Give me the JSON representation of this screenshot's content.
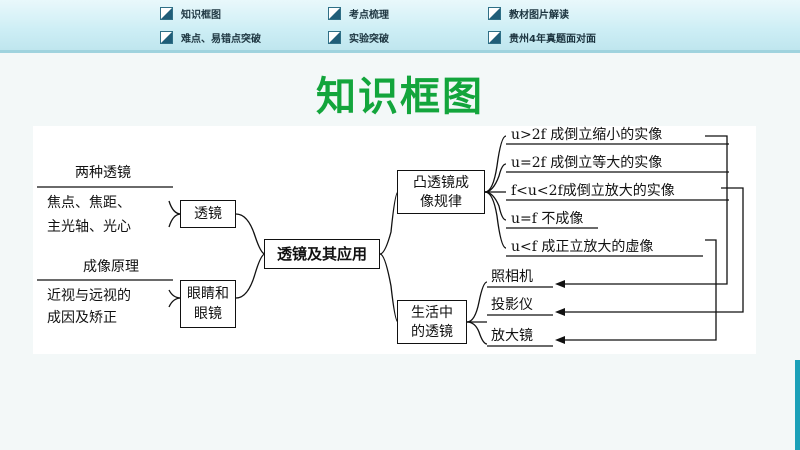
{
  "nav": [
    {
      "label": "知识框图"
    },
    {
      "label": "考点梳理"
    },
    {
      "label": "教材图片解读"
    },
    {
      "label": "难点、易错点突破"
    },
    {
      "label": "实验突破"
    },
    {
      "label": "贵州4年真题面对面"
    }
  ],
  "title": "知识框图",
  "diagram": {
    "center": "透镜及其应用",
    "left_top": {
      "header": "两种透镜",
      "content": [
        "焦点、焦距、",
        "主光轴、光心"
      ],
      "node": "透镜"
    },
    "left_bottom": {
      "header": "成像原理",
      "content": [
        "近视与远视的",
        "成因及矫正"
      ],
      "node": [
        "眼睛和",
        "眼镜"
      ]
    },
    "right_top": {
      "node": [
        "凸透镜成",
        "像规律"
      ],
      "items": [
        "u>2f 成倒立缩小的实像",
        "u=2f 成倒立等大的实像",
        "f<u<2f成倒立放大的实像",
        "u=f 不成像",
        "u<f 成正立放大的虚像"
      ]
    },
    "right_bottom": {
      "node": [
        "生活中",
        "的透镜"
      ],
      "items": [
        "照相机",
        "投影仪",
        "放大镜"
      ]
    }
  }
}
